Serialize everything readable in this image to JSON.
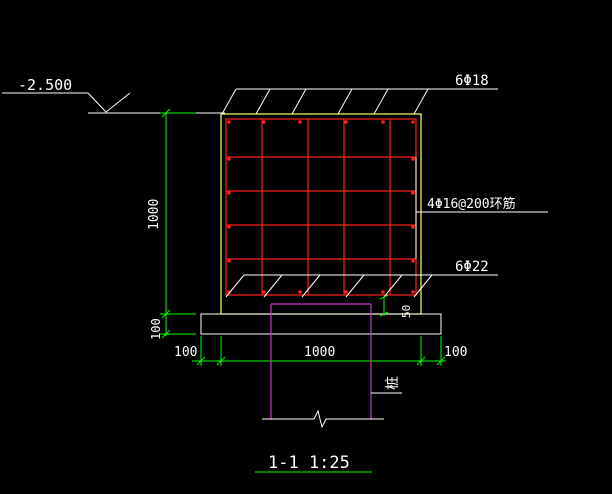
{
  "drawing": {
    "elevation_label": "-2.500",
    "top_rebar_label": "6Φ18",
    "stirrup_label": "4Φ16@200环筋",
    "bottom_rebar_label": "6Φ22",
    "height_dim": "1000",
    "pad_dim": "100",
    "cover_dim": "50",
    "width_left_dim": "100",
    "width_mid_dim": "1000",
    "width_right_dim": "100",
    "column_label": "桩",
    "section_title": "1-1  1:25"
  },
  "colors": {
    "background": "#000000",
    "outline": "#ffff66",
    "rebar": "#ff2020",
    "dimension": "#00ff00",
    "leader": "#ffffff",
    "column": "#cc33cc"
  }
}
